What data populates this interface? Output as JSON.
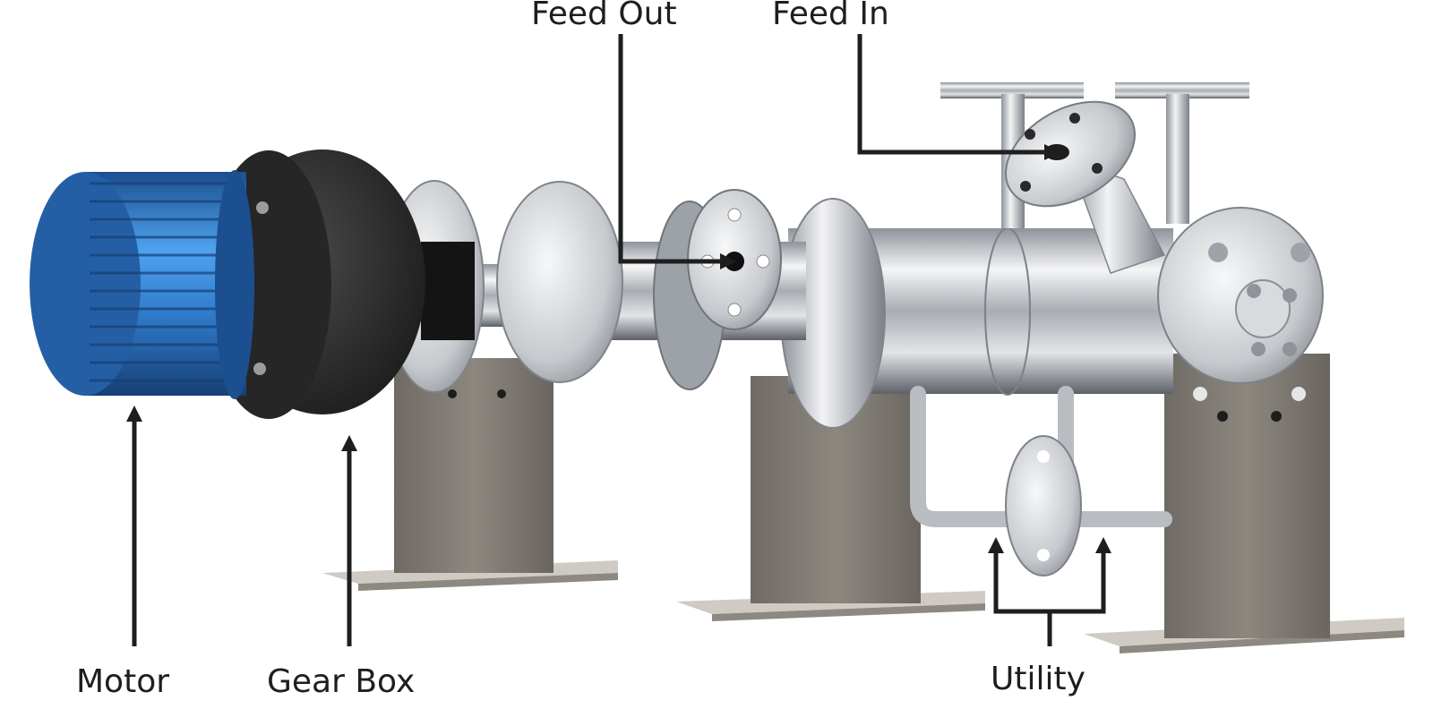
{
  "labels": {
    "feed_out": "Feed Out",
    "feed_in": "Feed In",
    "motor": "Motor",
    "gear_box": "Gear Box",
    "utility": "Utility"
  },
  "colors": {
    "motor_blue": "#2f79c8",
    "gearbox_dark": "#2e2e2e",
    "steel": "#c9ccd0",
    "support_gray": "#7a756f",
    "callout_line": "#1e1e1e"
  }
}
